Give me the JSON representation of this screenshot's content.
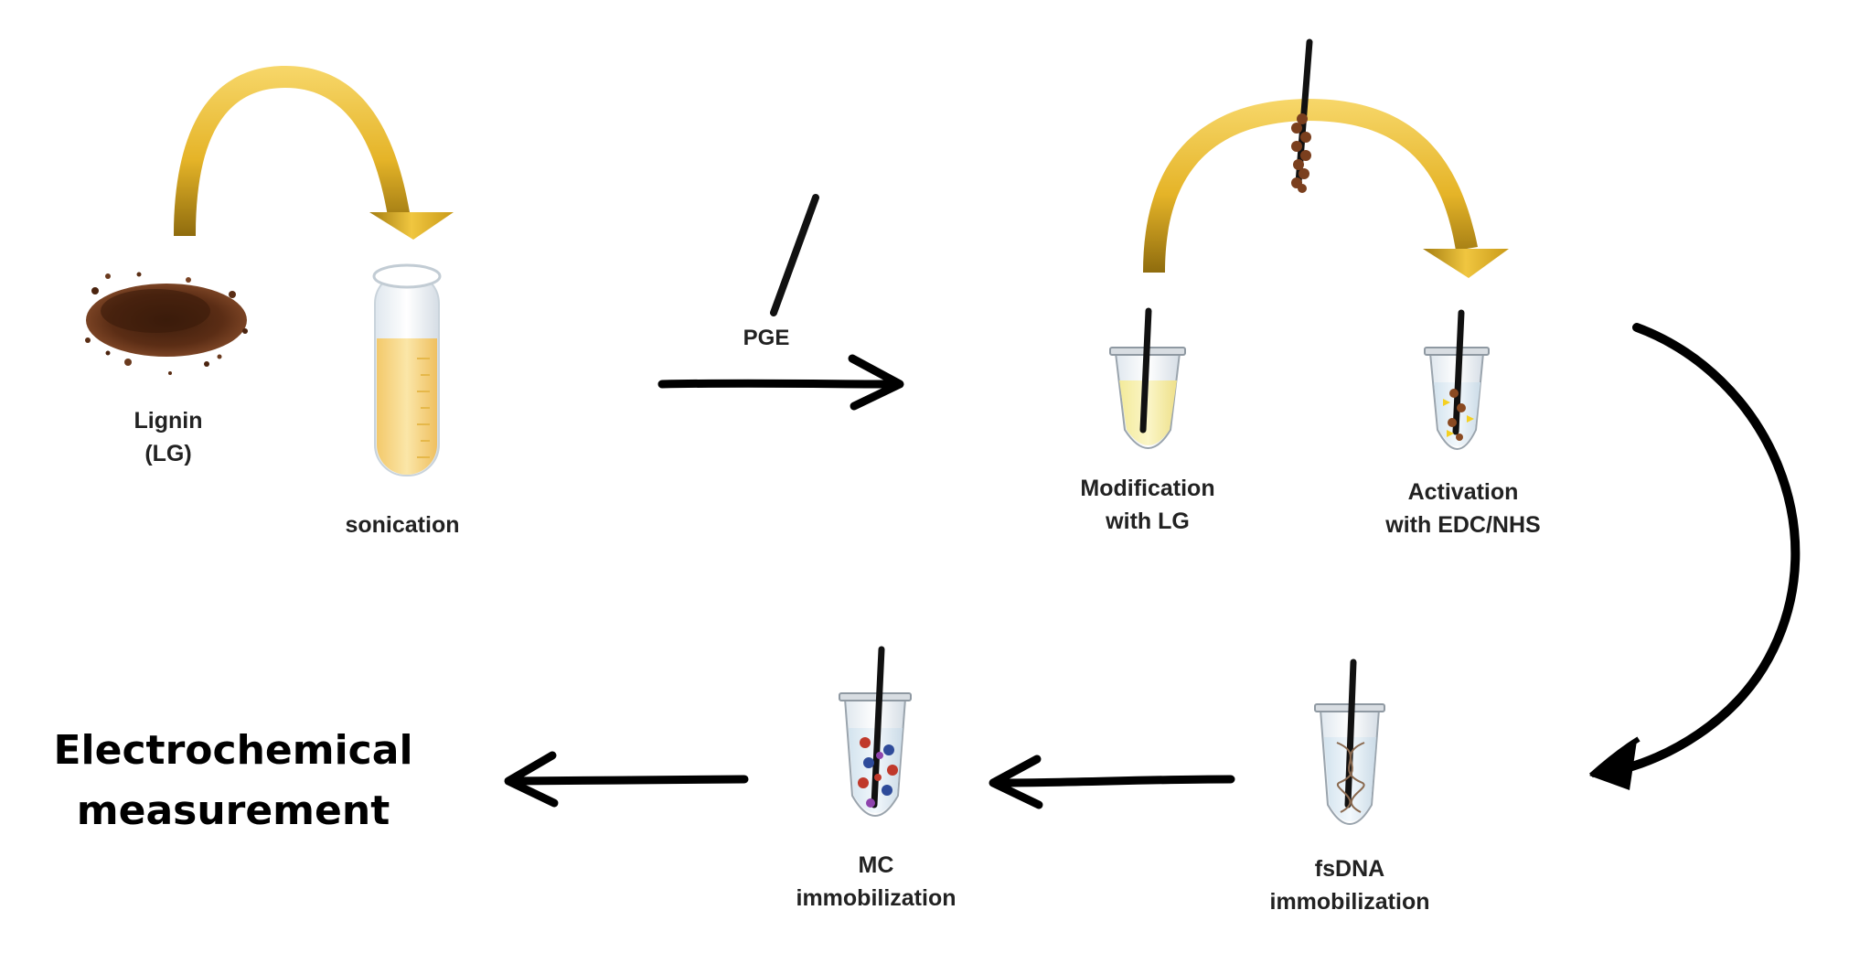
{
  "labels": {
    "lignin": [
      "Lignin",
      "(LG)"
    ],
    "sonication": "sonication",
    "pge": "PGE",
    "modification": [
      "Modification",
      "with LG"
    ],
    "activation": [
      "Activation",
      "with EDC/NHS"
    ],
    "fsdna": [
      "fsDNA",
      "immobilization"
    ],
    "mc": [
      "MC",
      "immobilization"
    ],
    "final": [
      "Electrochemical",
      "measurement"
    ]
  },
  "icons": {
    "powder": "lignin-powder-icon",
    "test_tube": "test-tube-icon",
    "electrode": "pencil-graphite-electrode-icon",
    "tube": "microcentrifuge-tube-icon",
    "dna": "dna-helix-icon"
  },
  "colors": {
    "gold_arrow_light": "#f2c94c",
    "gold_arrow_dark": "#9c7a12",
    "black_arrow": "#000000",
    "lignin_brown": "#5a2d14",
    "solution_yellow": "#f6d98a",
    "tube_outline": "#8a8a8a"
  }
}
